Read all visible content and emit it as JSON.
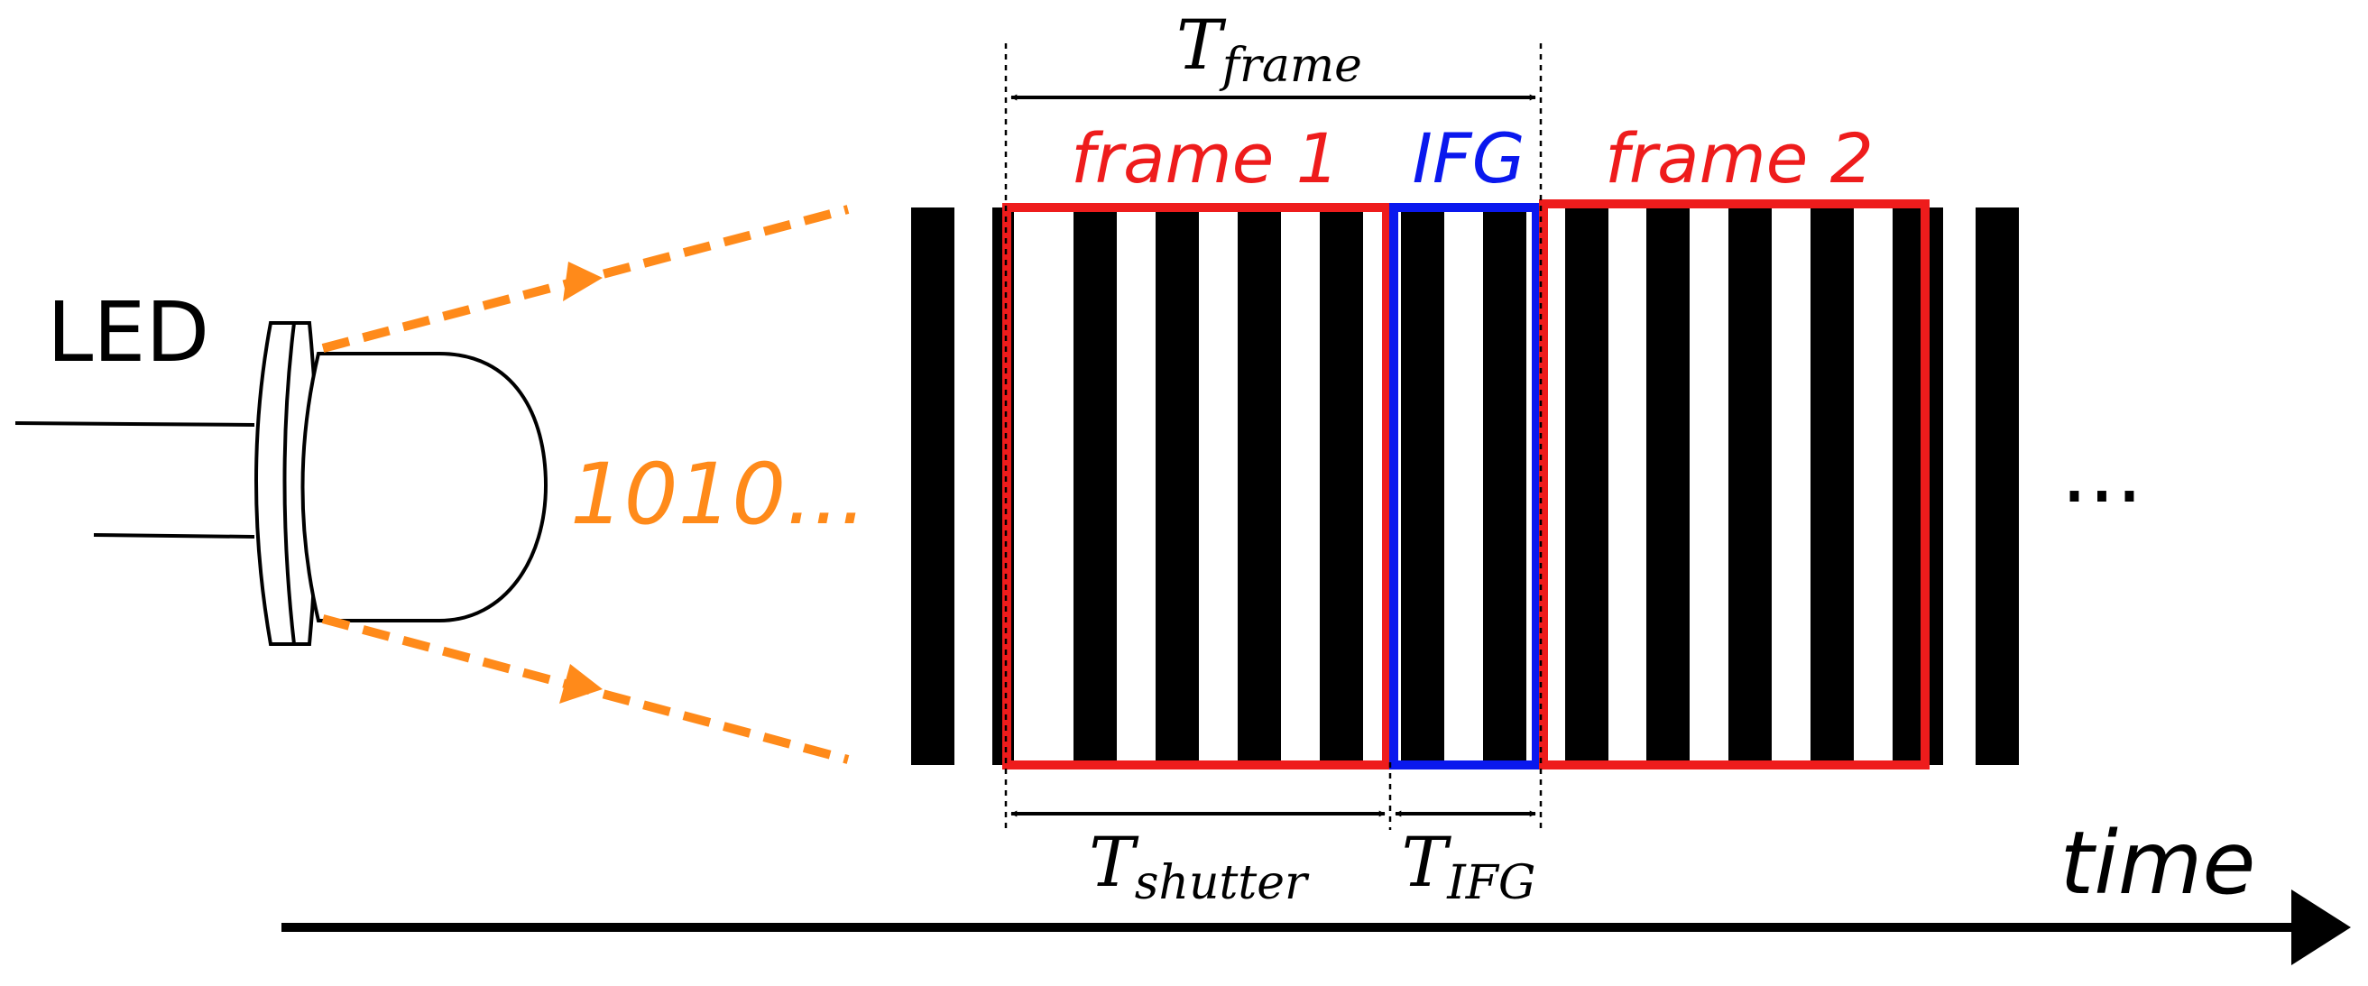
{
  "led": {
    "label": "LED",
    "signal": "1010..."
  },
  "frames": {
    "frame1_label": "frame 1",
    "ifg_label": "IFG",
    "frame2_label": "frame 2",
    "continuation": "..."
  },
  "timing": {
    "t_frame": {
      "base": "T",
      "sub": "frame"
    },
    "t_shutter": {
      "base": "T",
      "sub": "shutter"
    },
    "t_ifg": {
      "base": "T",
      "sub": "IFG"
    }
  },
  "axis": {
    "label": "time"
  },
  "colors": {
    "light": "#ff8a1a",
    "frame": "#ee1c1c",
    "ifg": "#0a18ee",
    "stripe": "#000000"
  }
}
